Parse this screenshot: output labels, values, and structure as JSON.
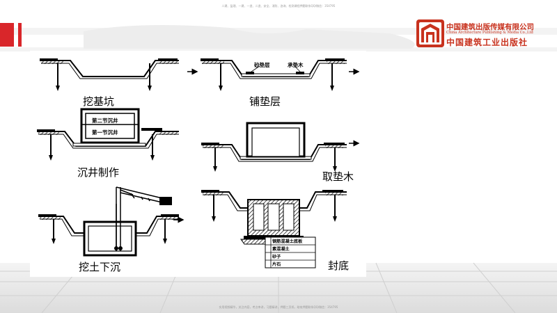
{
  "header_notice": "二建、监理、一建、一造、二造、安全、消防、咨询、检测课程押题联系QQ/微信：354795",
  "footer_notice": "实用视频精华，关注内容，考点串讲，习题精讲，押题三页纸，助攻押题联系QQ/微信：354795",
  "publisher": {
    "name_cn": "中国建筑出版传媒有限公司",
    "name_en": "China Architecture Publishing & Media Co.,Ltd",
    "name_calligraphy": "中国建筑工业出版社"
  },
  "steps": [
    {
      "label": "挖基坑"
    },
    {
      "label": "铺垫层",
      "annotations": [
        "砂垫层",
        "承垫木"
      ]
    },
    {
      "label": "沉井制作",
      "annotations": [
        "第二节沉井",
        "第一节沉井"
      ]
    },
    {
      "label": "取垫木"
    },
    {
      "label": "挖土下沉"
    },
    {
      "label": "封底",
      "annotations": [
        "钢筋混凝土底板",
        "素混凝土",
        "砂子",
        "片石"
      ]
    }
  ],
  "colors": {
    "accent_red": "#d9262a",
    "logo_red": "#c8321e",
    "ink": "#000000"
  },
  "icons": [
    "arrow-right-icon",
    "publisher-logo-icon"
  ]
}
